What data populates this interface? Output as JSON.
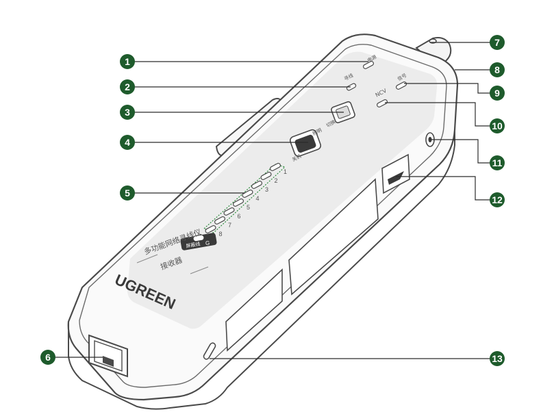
{
  "device": {
    "brand": "UGREEN",
    "product_name_line1": "多功能网络寻线仪",
    "product_name_line2": "接收器",
    "labels": {
      "led1": "电源",
      "led2": "寻线",
      "switch_mode": "切换",
      "power_on": "照明",
      "power_off": "关机",
      "led_signal": "信号",
      "ncv": "NCV",
      "shield": "屏蔽线",
      "ground": "G"
    },
    "port_numbers": [
      "1",
      "2",
      "3",
      "4",
      "5",
      "6",
      "7",
      "8"
    ]
  },
  "callouts": [
    {
      "num": "1"
    },
    {
      "num": "2"
    },
    {
      "num": "3"
    },
    {
      "num": "4"
    },
    {
      "num": "5"
    },
    {
      "num": "6"
    },
    {
      "num": "7"
    },
    {
      "num": "8"
    },
    {
      "num": "9"
    },
    {
      "num": "10"
    },
    {
      "num": "11"
    },
    {
      "num": "12"
    },
    {
      "num": "13"
    }
  ],
  "colors": {
    "callout": "#1e5b2c",
    "body_stroke": "#4a4a4a",
    "panel": "#ececec",
    "dotted": "#2e8b3e"
  }
}
